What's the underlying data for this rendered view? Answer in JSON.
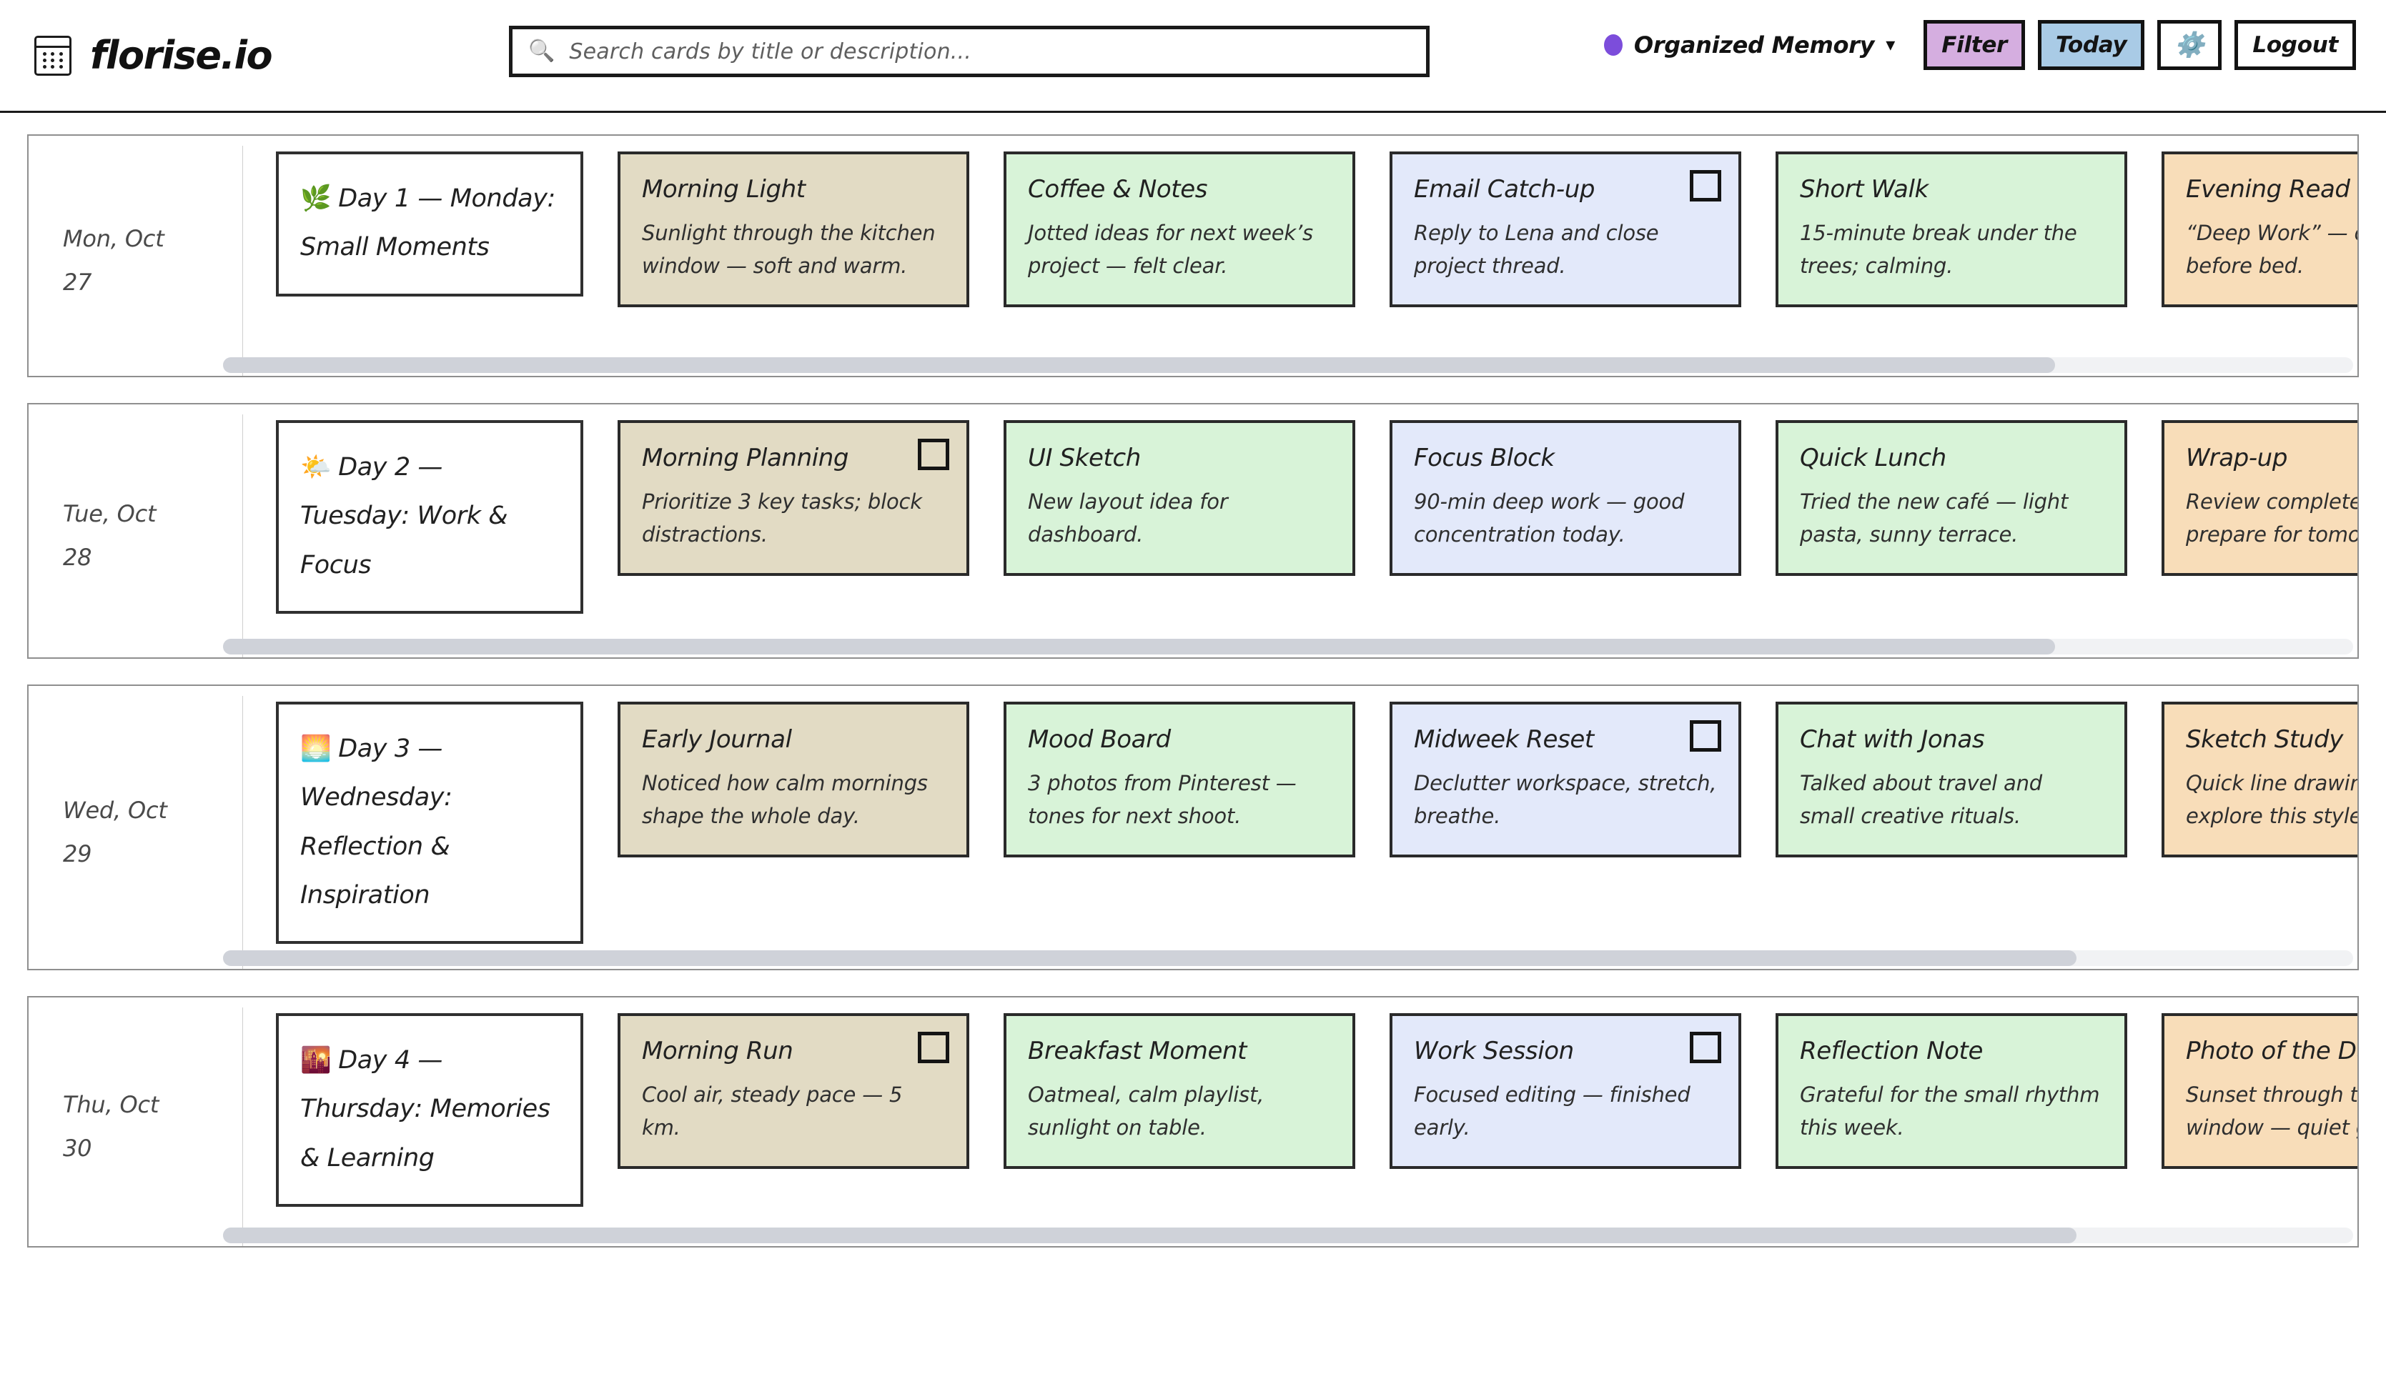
{
  "app": {
    "brand": "florise.io",
    "logo_icon": "calendar-icon"
  },
  "search": {
    "placeholder": "Search cards by title or description...",
    "value": "",
    "icon": "search-icon"
  },
  "header": {
    "board_name": "Organized Memory",
    "board_dot_color": "#7c4ddb",
    "chevron": "⌄",
    "filter_label": "Filter",
    "filter_color": "#d5aee0",
    "today_label": "Today",
    "today_color": "#a9cbe6",
    "settings_icon": "⚙️",
    "logout_label": "Logout"
  },
  "board": {
    "rows": [
      {
        "date_label": "Mon, Oct 27",
        "cards": [
          {
            "kind": "day",
            "color": "white",
            "emoji": "🌿",
            "title": "Day 1 — Monday: Small Moments",
            "desc": "",
            "checkbox": false
          },
          {
            "kind": "note",
            "color": "beige",
            "emoji": "",
            "title": "Morning Light",
            "desc": "Sunlight through the kitchen window — soft and warm.",
            "checkbox": false
          },
          {
            "kind": "note",
            "color": "green",
            "emoji": "",
            "title": "Coffee & Notes",
            "desc": "Jotted ideas for next week’s project — felt clear.",
            "checkbox": false
          },
          {
            "kind": "note",
            "color": "blue",
            "emoji": "",
            "title": "Email Catch-up",
            "desc": "Reply to Lena and close project thread.",
            "checkbox": true
          },
          {
            "kind": "note",
            "color": "green",
            "emoji": "",
            "title": "Short Walk",
            "desc": "15-minute break under the trees; calming.",
            "checkbox": false
          },
          {
            "kind": "note",
            "color": "orange",
            "emoji": "",
            "title": "Evening Read",
            "desc": "“Deep Work” — one chapter before bed.",
            "checkbox": false
          }
        ]
      },
      {
        "date_label": "Tue, Oct 28",
        "cards": [
          {
            "kind": "day",
            "color": "white",
            "emoji": "🌤️",
            "title": "Day 2 — Tuesday: Work & Focus",
            "desc": "",
            "checkbox": false
          },
          {
            "kind": "note",
            "color": "beige",
            "emoji": "",
            "title": "Morning Planning",
            "desc": "Prioritize 3 key tasks; block distractions.",
            "checkbox": true
          },
          {
            "kind": "note",
            "color": "green",
            "emoji": "",
            "title": "UI Sketch",
            "desc": "New layout idea for dashboard.",
            "checkbox": false
          },
          {
            "kind": "note",
            "color": "blue",
            "emoji": "",
            "title": "Focus Block",
            "desc": "90-min deep work — good concentration today.",
            "checkbox": false
          },
          {
            "kind": "note",
            "color": "green",
            "emoji": "",
            "title": "Quick Lunch",
            "desc": "Tried the new café — light pasta, sunny terrace.",
            "checkbox": false
          },
          {
            "kind": "note",
            "color": "orange",
            "emoji": "",
            "title": "Wrap-up",
            "desc": "Review completed tasks; prepare for tomorrow.",
            "checkbox": true
          }
        ]
      },
      {
        "date_label": "Wed, Oct 29",
        "cards": [
          {
            "kind": "day",
            "color": "white",
            "emoji": "🌅",
            "title": "Day 3 — Wednesday: Reflection & Inspiration",
            "desc": "",
            "checkbox": false
          },
          {
            "kind": "note",
            "color": "beige",
            "emoji": "",
            "title": "Early Journal",
            "desc": "Noticed how calm mornings shape the whole day.",
            "checkbox": false
          },
          {
            "kind": "note",
            "color": "green",
            "emoji": "",
            "title": "Mood Board",
            "desc": "3 photos from Pinterest — tones for next shoot.",
            "checkbox": false
          },
          {
            "kind": "note",
            "color": "blue",
            "emoji": "",
            "title": "Midweek Reset",
            "desc": "Declutter workspace, stretch, breathe.",
            "checkbox": true
          },
          {
            "kind": "note",
            "color": "green",
            "emoji": "",
            "title": "Chat with Jonas",
            "desc": "Talked about travel and small creative rituals.",
            "checkbox": false
          },
          {
            "kind": "note",
            "color": "orange",
            "emoji": "",
            "title": "Sketch Study",
            "desc": "Quick line drawing; want to explore this style more.",
            "checkbox": false
          }
        ]
      },
      {
        "date_label": "Thu, Oct 30",
        "cards": [
          {
            "kind": "day",
            "color": "white",
            "emoji": "🌇",
            "title": "Day 4 — Thursday: Memories & Learning",
            "desc": "",
            "checkbox": false
          },
          {
            "kind": "note",
            "color": "beige",
            "emoji": "",
            "title": "Morning Run",
            "desc": "Cool air, steady pace — 5 km.",
            "checkbox": true
          },
          {
            "kind": "note",
            "color": "green",
            "emoji": "",
            "title": "Breakfast Moment",
            "desc": "Oatmeal, calm playlist, sunlight on table.",
            "checkbox": false
          },
          {
            "kind": "note",
            "color": "blue",
            "emoji": "",
            "title": "Work Session",
            "desc": "Focused editing — finished early.",
            "checkbox": true
          },
          {
            "kind": "note",
            "color": "green",
            "emoji": "",
            "title": "Reflection Note",
            "desc": "Grateful for the small rhythm this week.",
            "checkbox": false
          },
          {
            "kind": "note",
            "color": "orange",
            "emoji": "",
            "title": "Photo of the Day",
            "desc": "Sunset through the tram window — quiet glow.",
            "checkbox": false
          }
        ]
      }
    ]
  }
}
